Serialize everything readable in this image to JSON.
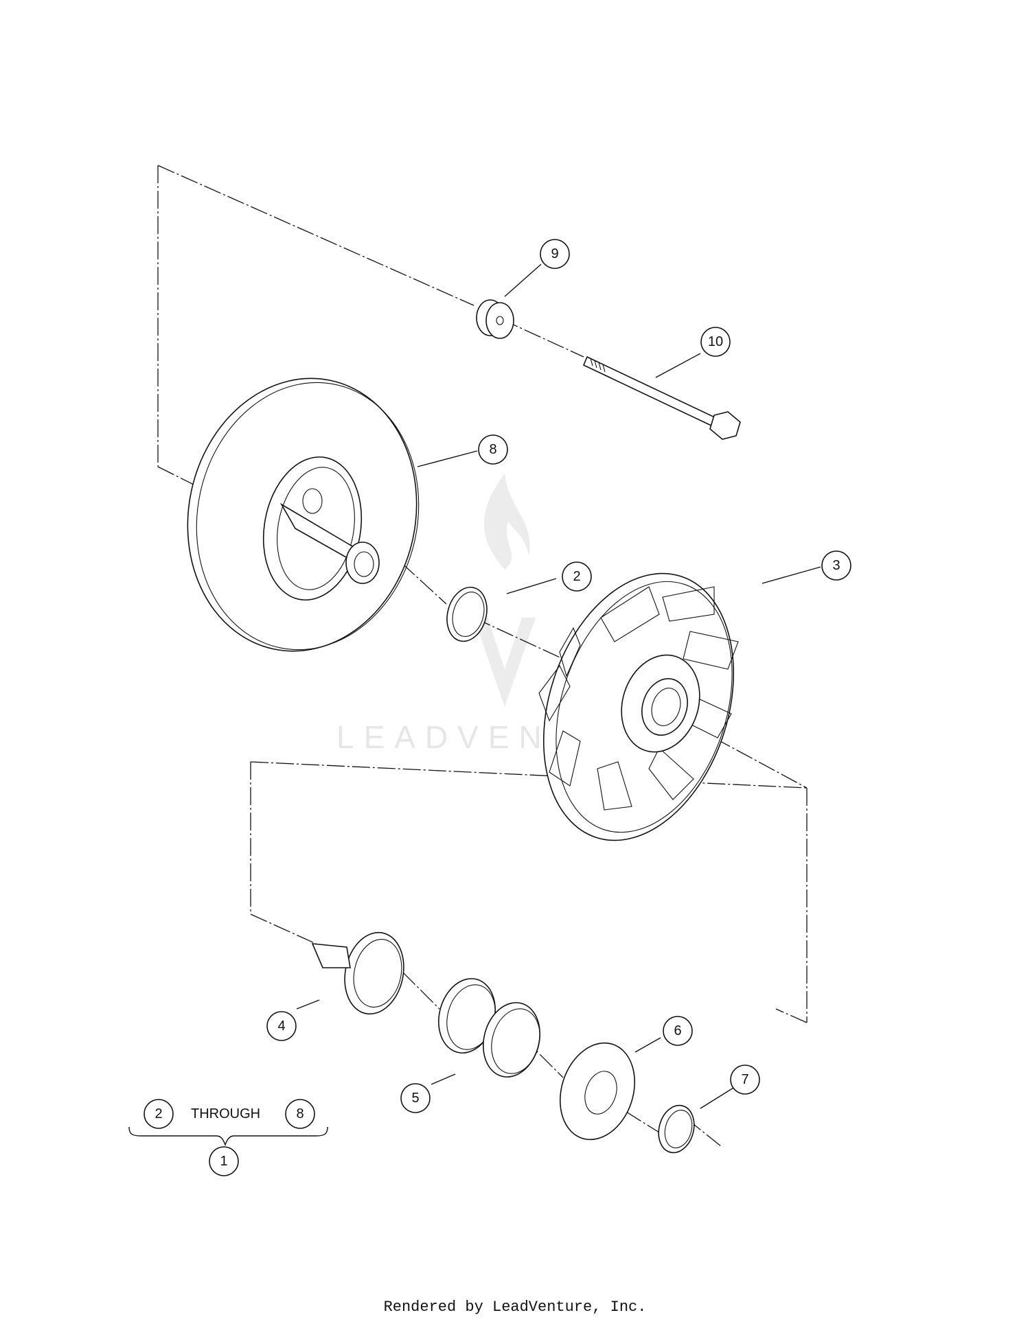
{
  "callouts": [
    {
      "id": "c9",
      "label": "9"
    },
    {
      "id": "c10",
      "label": "10"
    },
    {
      "id": "c8",
      "label": "8"
    },
    {
      "id": "c2",
      "label": "2"
    },
    {
      "id": "c3",
      "label": "3"
    },
    {
      "id": "c4",
      "label": "4"
    },
    {
      "id": "c5",
      "label": "5"
    },
    {
      "id": "c6",
      "label": "6"
    },
    {
      "id": "c7",
      "label": "7"
    },
    {
      "id": "c2b",
      "label": "2"
    },
    {
      "id": "c8b",
      "label": "8"
    },
    {
      "id": "c1",
      "label": "1"
    }
  ],
  "group_note": {
    "word": "THROUGH"
  },
  "watermark": {
    "text": "LEADVENTURE"
  },
  "footer": {
    "text": "Rendered by LeadVenture, Inc."
  }
}
